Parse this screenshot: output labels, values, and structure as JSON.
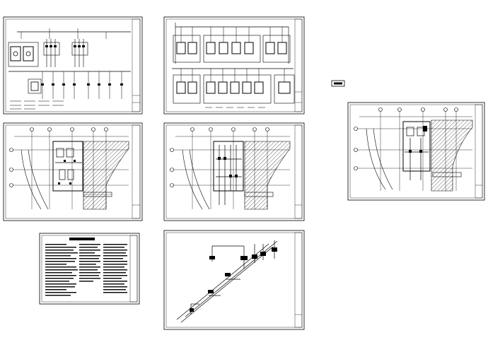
{
  "viewer": {
    "background": "#ffffff",
    "line_color": "#000000",
    "hatch_color": "#000000"
  },
  "sheets": [
    {
      "id": "system-schematic",
      "kind": "schematic"
    },
    {
      "id": "equipment-schematic",
      "kind": "equipment"
    },
    {
      "id": "plan-1",
      "kind": "plan"
    },
    {
      "id": "plan-2",
      "kind": "plan"
    },
    {
      "id": "plan-3",
      "kind": "plan"
    },
    {
      "id": "design-notes",
      "kind": "notes"
    },
    {
      "id": "isometric",
      "kind": "isometric"
    }
  ],
  "legend_label": ""
}
